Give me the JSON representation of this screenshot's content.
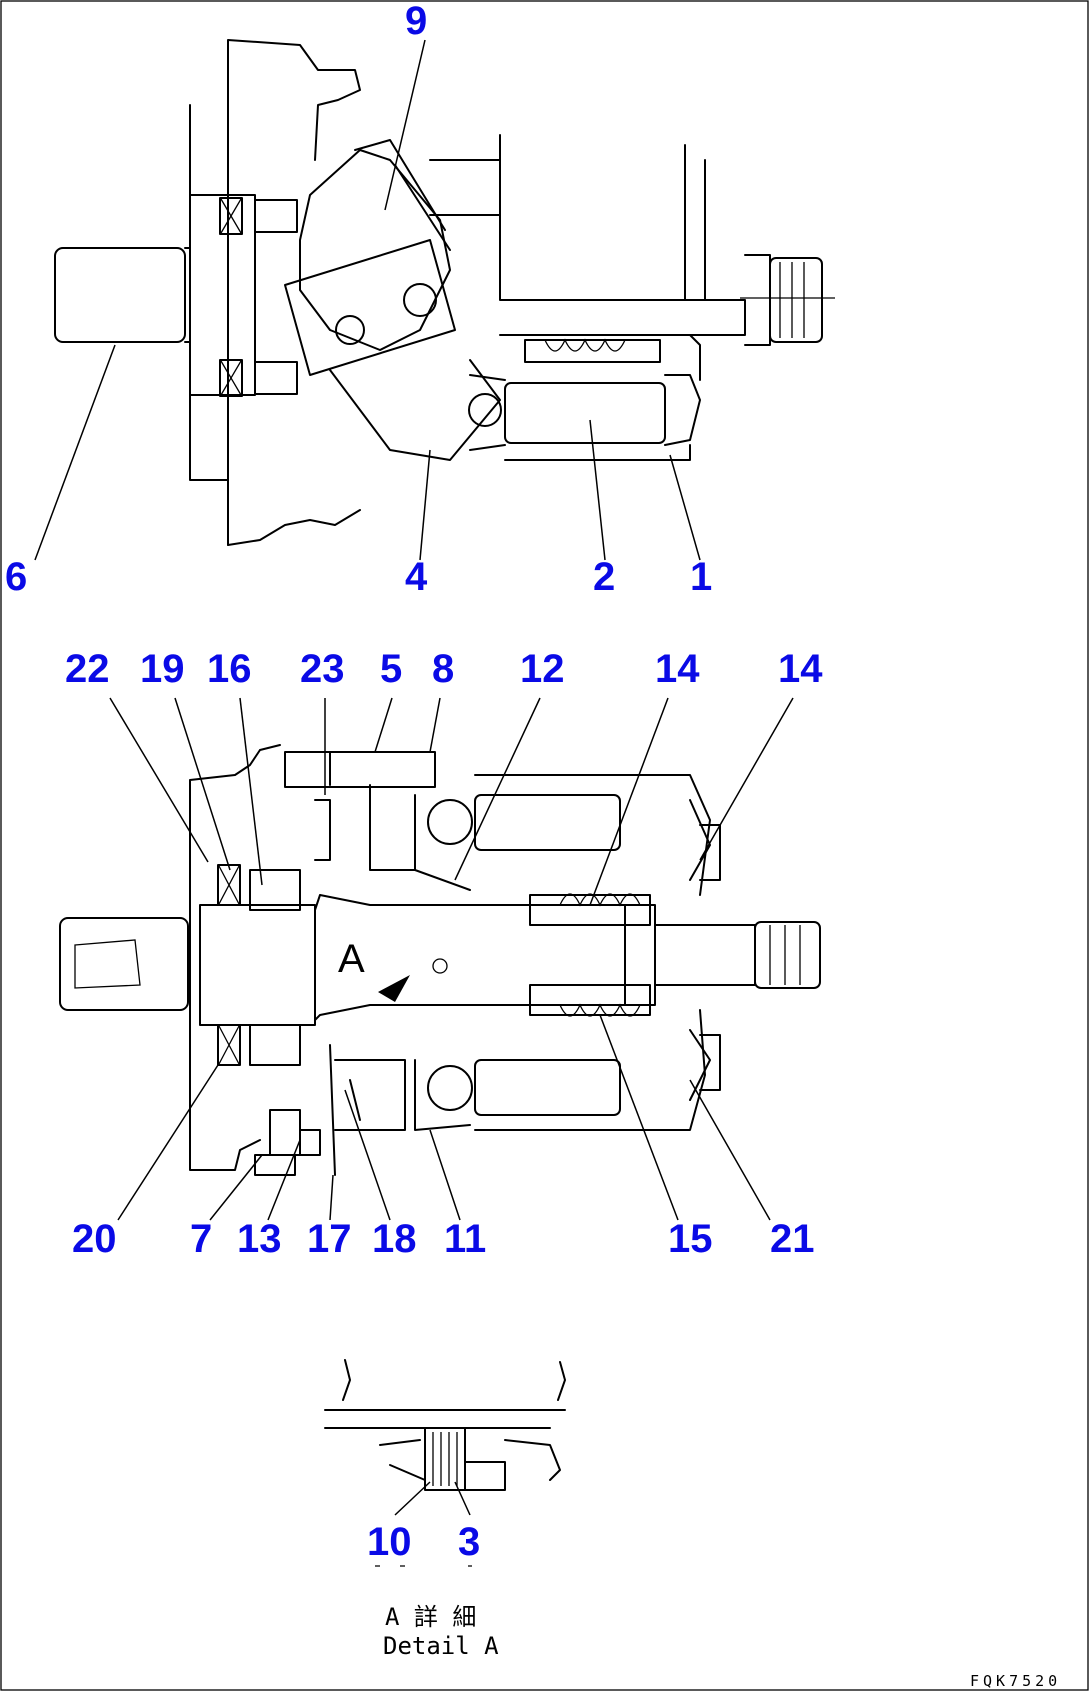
{
  "top_view": {
    "callouts": [
      "9",
      "6",
      "4",
      "2",
      "1"
    ]
  },
  "section_view": {
    "section_mark": "A",
    "top_callouts": [
      "22",
      "19",
      "16",
      "23",
      "5",
      "8",
      "12",
      "14",
      "14"
    ],
    "bottom_callouts": [
      "20",
      "7",
      "13",
      "17",
      "18",
      "11",
      "15",
      "21"
    ]
  },
  "detail_view": {
    "callouts": [
      "10",
      "3"
    ],
    "caption_line1": "A 詳 細",
    "caption_line2": "Detail A"
  },
  "drawing_code": "FQK7520"
}
